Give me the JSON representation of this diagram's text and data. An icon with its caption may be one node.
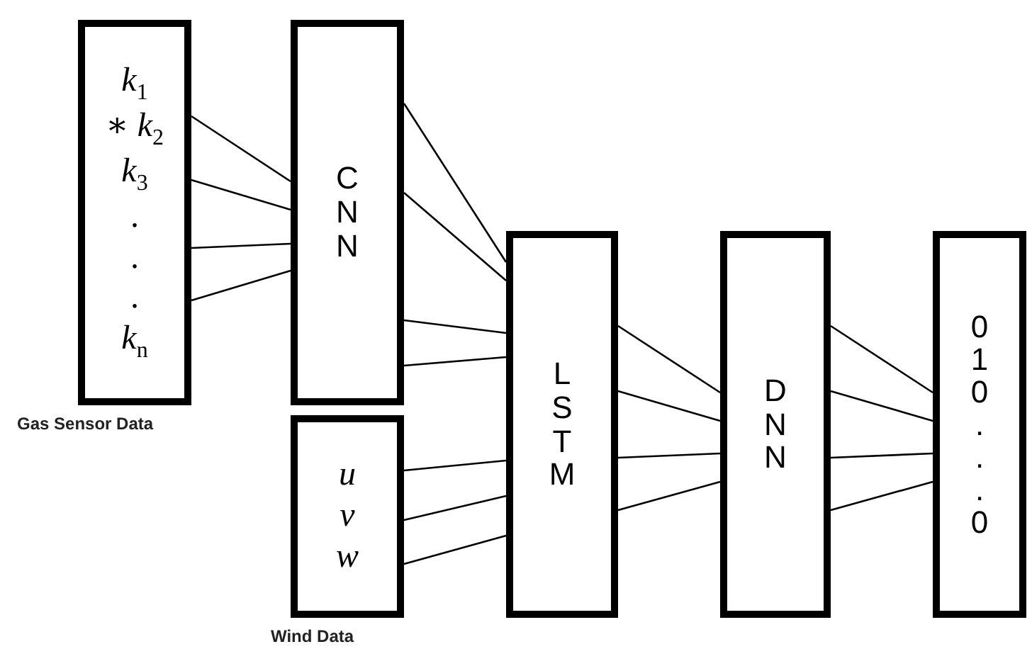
{
  "diagram": {
    "nodes": [
      {
        "text": [
          "*k*$_{1}$",
          "∗ *k*$_{2}$",
          "*k*$_{3}$",
          ".",
          ".",
          ".",
          "*k*$_{n}$"
        ],
        "beside": [
          "Gas Sensor Data"
        ]
      },
      {
        "text": [
          "C N N"
        ]
      },
      {
        "text": [
          "*u*",
          "*v*",
          "*w*"
        ],
        "beside": [
          "Wind Data"
        ]
      },
      {
        "text": [
          "L S T M"
        ]
      },
      {
        "text": [
          "D N N"
        ]
      },
      {
        "text": [
          "0",
          "1",
          "0",
          ".",
          ".",
          ".",
          "0"
        ]
      }
    ],
    "edges": [
      {
        "from": 0,
        "to": 1,
        "arrow": "none"
      },
      {
        "from": 0,
        "to": 1,
        "arrow": "none"
      },
      {
        "from": 0,
        "to": 1,
        "arrow": "none"
      },
      {
        "from": 0,
        "to": 1,
        "arrow": "none"
      },
      {
        "from": 1,
        "to": 3,
        "arrow": "none"
      },
      {
        "from": 1,
        "to": 3,
        "arrow": "none"
      },
      {
        "from": 1,
        "to": 3,
        "arrow": "none"
      },
      {
        "from": 1,
        "to": 3,
        "arrow": "none"
      },
      {
        "from": 2,
        "to": 3,
        "arrow": "none"
      },
      {
        "from": 2,
        "to": 3,
        "arrow": "none"
      },
      {
        "from": 2,
        "to": 3,
        "arrow": "none"
      },
      {
        "from": 3,
        "to": 4,
        "arrow": "none"
      },
      {
        "from": 3,
        "to": 4,
        "arrow": "none"
      },
      {
        "from": 3,
        "to": 4,
        "arrow": "none"
      },
      {
        "from": 3,
        "to": 4,
        "arrow": "none"
      },
      {
        "from": 4,
        "to": 5,
        "arrow": "none"
      },
      {
        "from": 4,
        "to": 5,
        "arrow": "none"
      },
      {
        "from": 4,
        "to": 5,
        "arrow": "none"
      },
      {
        "from": 4,
        "to": 5,
        "arrow": "none"
      }
    ]
  }
}
